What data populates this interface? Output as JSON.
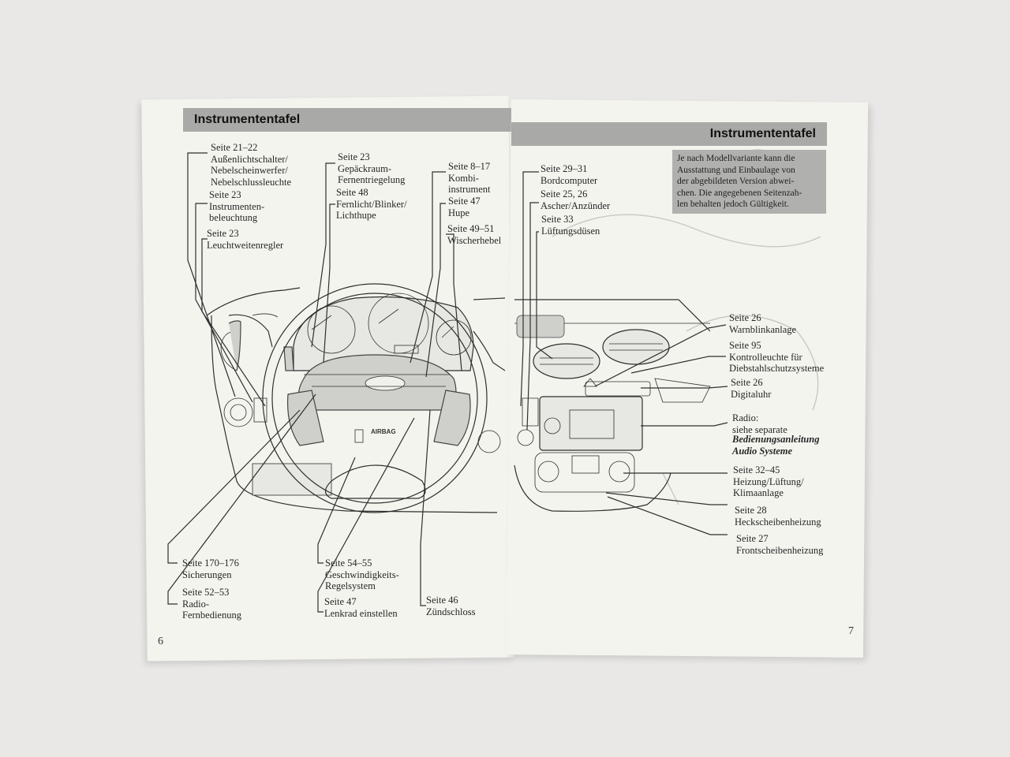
{
  "left_page": {
    "header": "Instrumententafel",
    "page_number": "6",
    "labels": {
      "l1": "Seite 21–22\nAußenlichtschalter/\nNebelscheinwerfer/\nNebelschlussleuchte",
      "l2": "Seite 23\nInstrumenten-\nbeleuchtung",
      "l3": "Seite 23\nLeuchtweitenregler",
      "l4": "Seite  23\nGepäckraum-\nFernentriegelung",
      "l5": "Seite 48\nFernlicht/Blinker/\nLichthupe",
      "l6": "Seite 8–17\nKombi-\ninstrument",
      "l7": "Seite 47\nHupe",
      "l8": "Seite 49–51\nWischerhebel",
      "l9": "Seite 170–176\nSicherungen",
      "l10": "Seite 52–53\nRadio-\nFernbedienung",
      "l11": "Seite 54–55\nGeschwindigkeits-\nRegelsystem",
      "l12": "Seite 47\nLenkrad einstellen",
      "l13": "Seite 46\nZündschloss"
    },
    "diagram": {
      "wheel_badge": "AIRBAG"
    }
  },
  "right_page": {
    "header": "Instrumententafel",
    "page_number": "7",
    "note": "Je nach Modellvariante kann die\nAusstattung und Einbaulage von\nder abgebildeten Version abwei-\nchen. Die angegebenen Seitenzah-\nlen behalten jedoch Gültigkeit.",
    "labels": {
      "r1": "Seite 29–31\nBordcomputer",
      "r2": "Seite 25, 26\nAscher/Anzünder",
      "r3": "Seite 33\nLüftungsdüsen",
      "r4": "Seite 26\nWarnblinkanlage",
      "r5": "Seite 95\nKontrolleuchte für\nDiebstahlschutzsysteme",
      "r6": "Seite 26\nDigitaluhr",
      "r7": "Radio:\nsiehe separate",
      "r7b": "Bedienungsanleitung\nAudio Systeme",
      "r8": "Seite 32–45\nHeizung/Lüftung/\nKlimaanlage",
      "r9": "Seite 28\nHeckscheibenheizung",
      "r10": "Seite 27\nFrontscheibenheizung"
    }
  }
}
